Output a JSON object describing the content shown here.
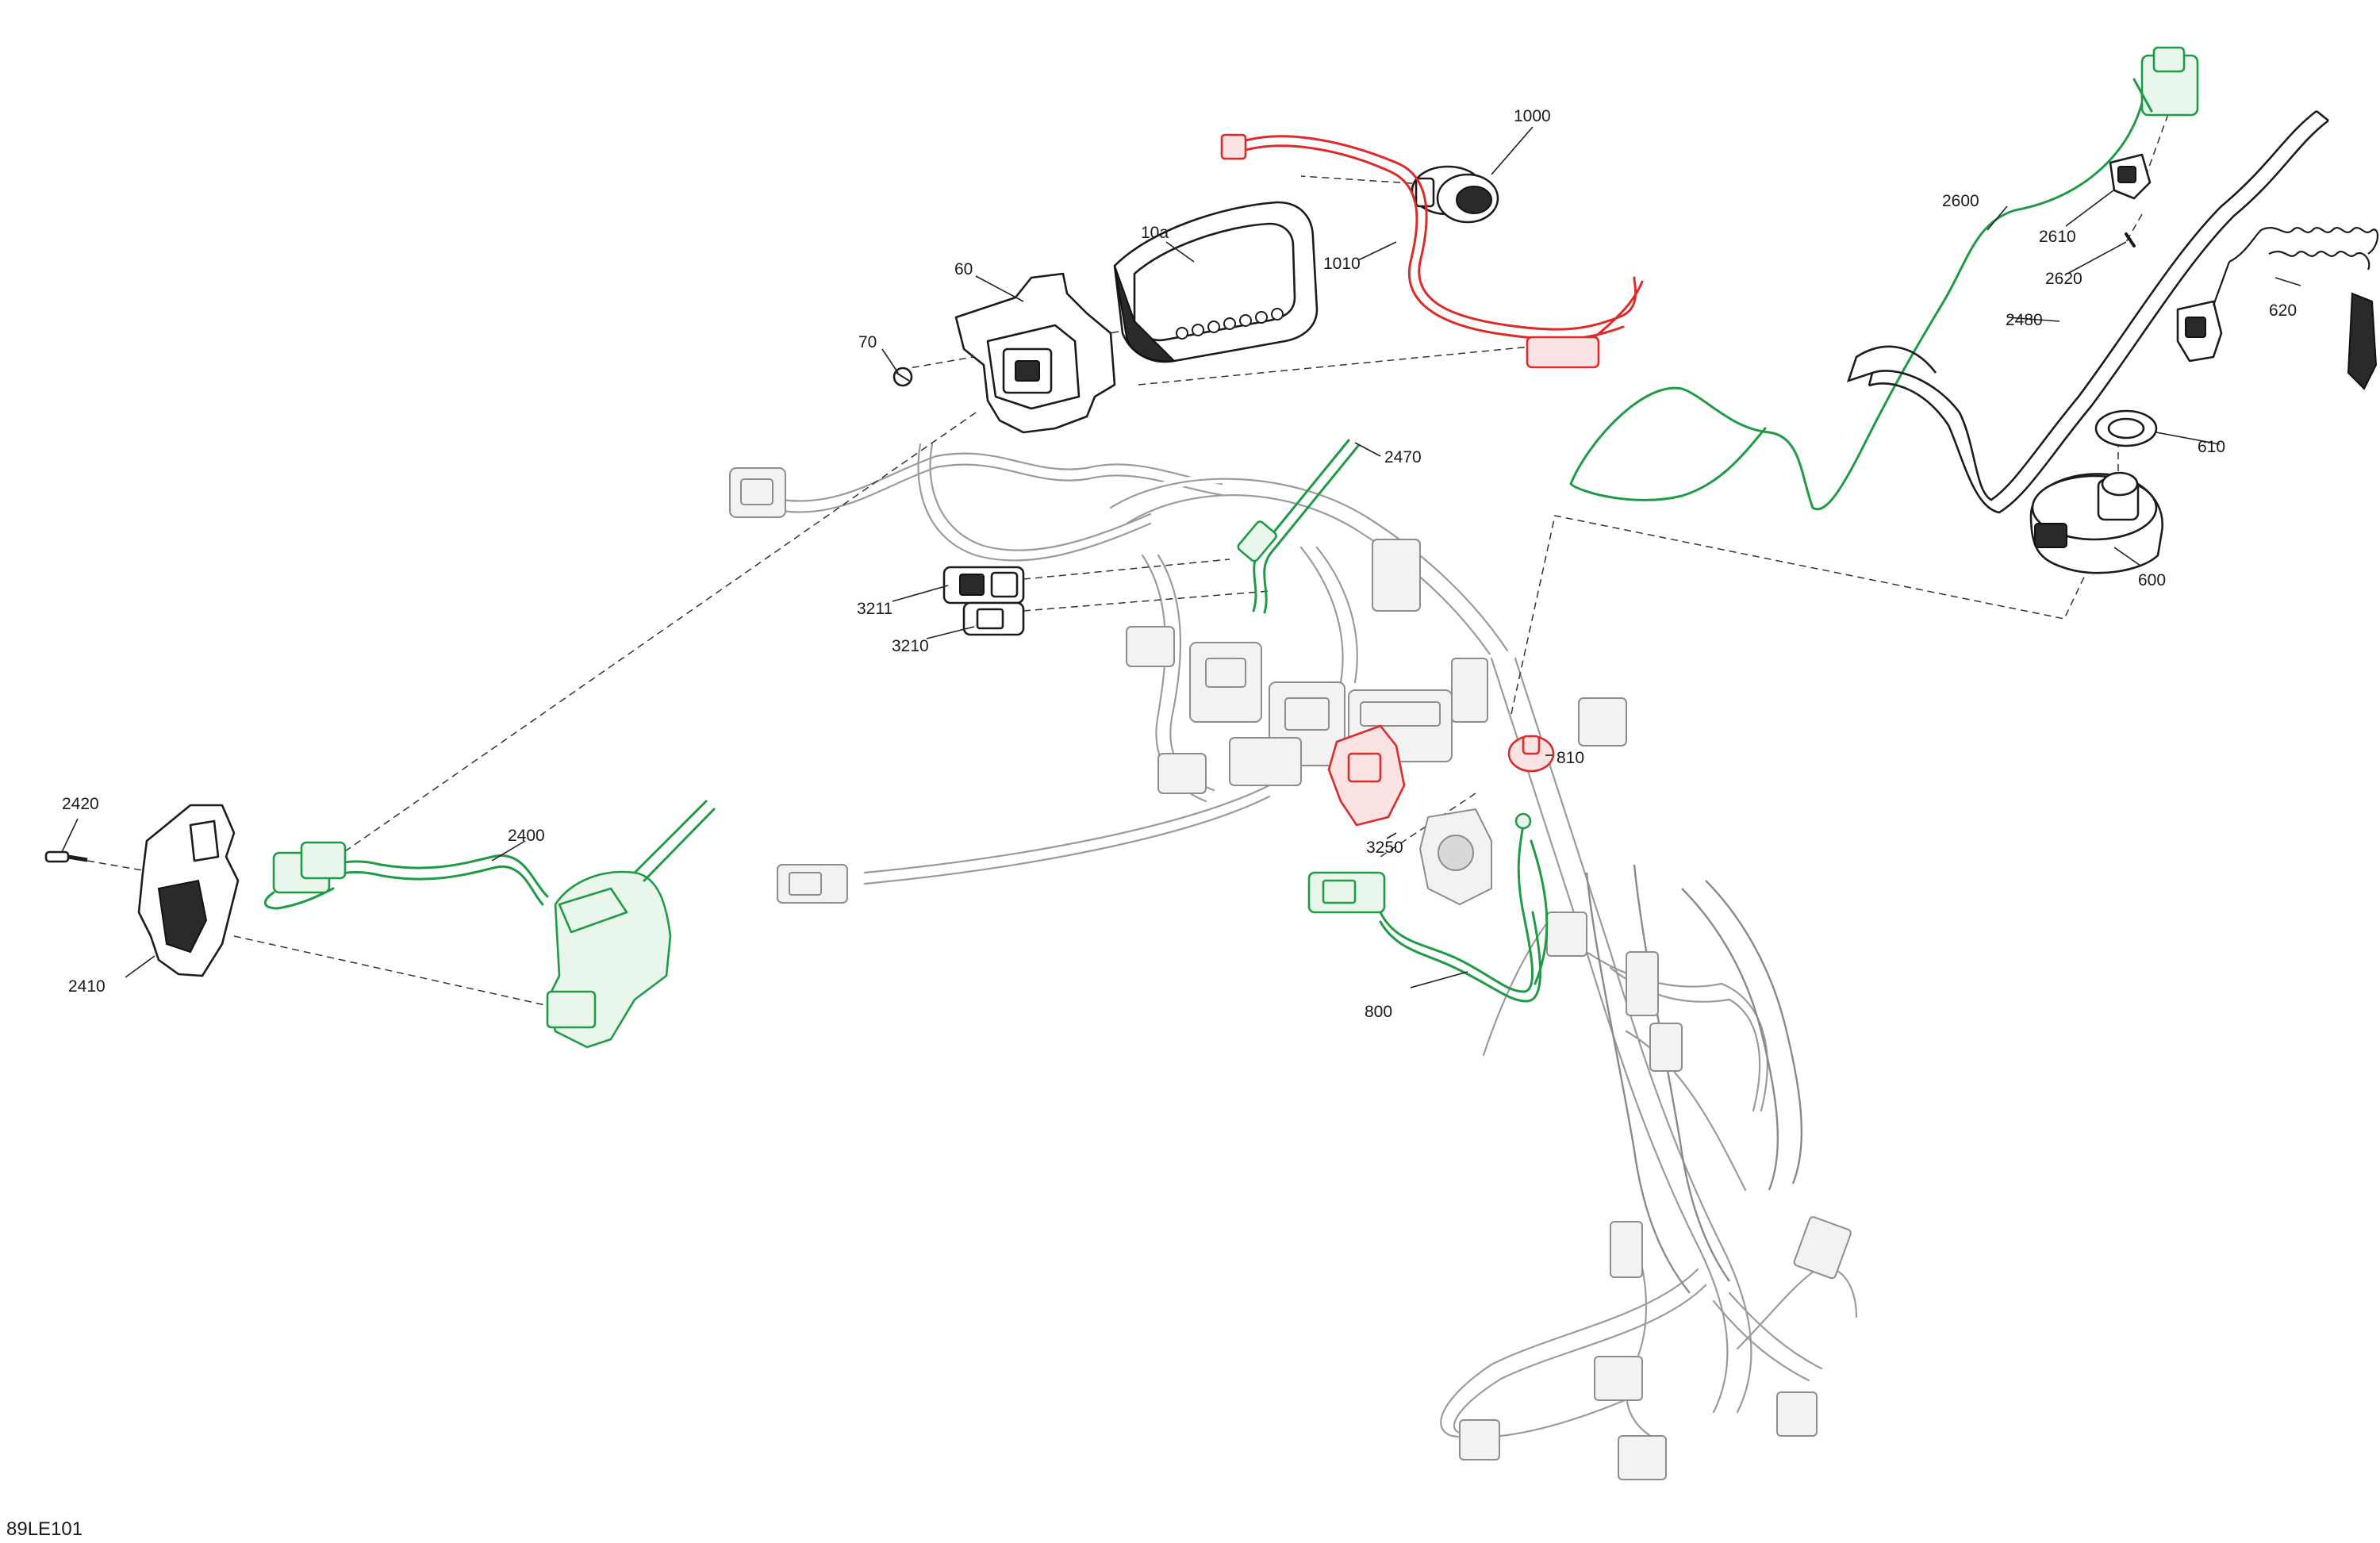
{
  "diagram": {
    "code": "89LE101",
    "colors": {
      "green_parts": "#1f9a45",
      "red_parts": "#dd2a2a",
      "line": "#1c1c1c",
      "harness": "#9b9b9b"
    },
    "callouts": {
      "c1000": "1000",
      "c1010": "1010",
      "c10a": "10a",
      "c60": "60",
      "c70": "70",
      "c2470": "2470",
      "c3211": "3211",
      "c3210": "3210",
      "c2600": "2600",
      "c2610": "2610",
      "c2620": "2620",
      "c2480": "2480",
      "c620": "620",
      "c610": "610",
      "c600": "600",
      "c810": "810",
      "c3250": "3250",
      "c800": "800",
      "c2420": "2420",
      "c2400": "2400",
      "c2410": "2410"
    }
  }
}
